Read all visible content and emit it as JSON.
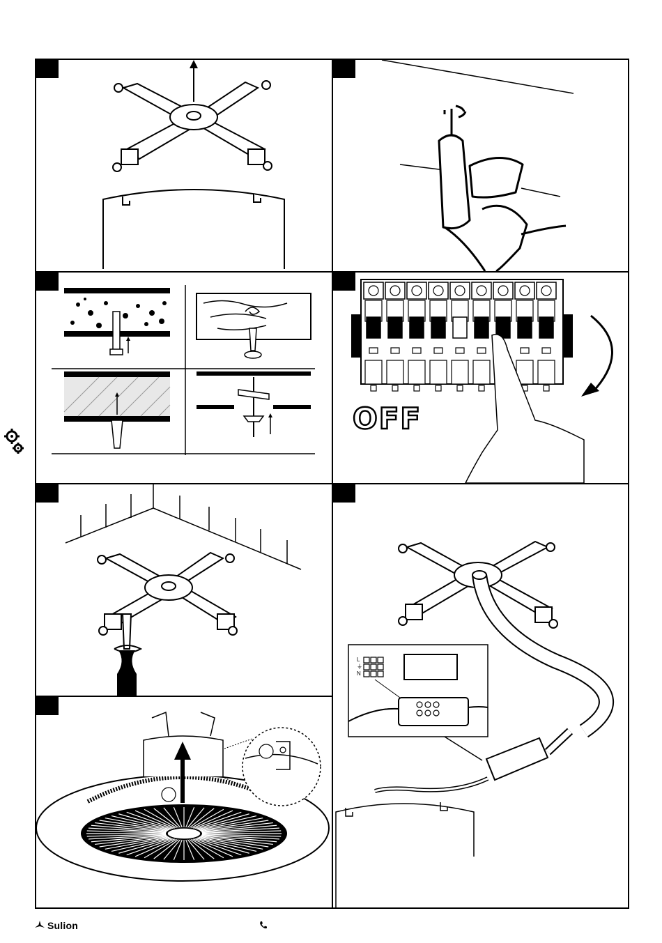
{
  "footer": {
    "brand_name": "Sulion",
    "brand_logo_icon": "sulion-fan-logo-icon",
    "phone_icon": "phone-icon"
  },
  "sidebar": {
    "tools_icon": "gears-icon"
  },
  "steps": [
    {
      "id": 1,
      "icon": "mounting-bracket-icon"
    },
    {
      "id": 2,
      "icon": "drill-icon"
    },
    {
      "id": 3,
      "icon": "wall-plug-icon"
    },
    {
      "id": 4,
      "icon": "circuit-breaker-icon",
      "label": "OFF"
    },
    {
      "id": 5,
      "icon": "screwdriver-icon"
    },
    {
      "id": 6,
      "icon": "ceiling-fan-icon"
    },
    {
      "id": 7,
      "icon": "wiring-connector-icon"
    }
  ],
  "wiring": {
    "terminal_labels": [
      "L",
      "⏚",
      "N"
    ]
  }
}
